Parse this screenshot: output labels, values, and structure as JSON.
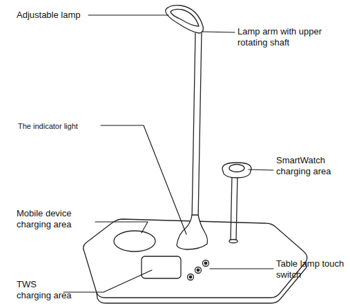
{
  "diagram": {
    "labels": [
      "Adjustable lamp",
      "Lamp arm with upper rotating shaft",
      "The indicator light",
      "SmartWatch charging area",
      "Mobile device charging area",
      "TWS charging area",
      "Table lamp touch switch"
    ]
  }
}
